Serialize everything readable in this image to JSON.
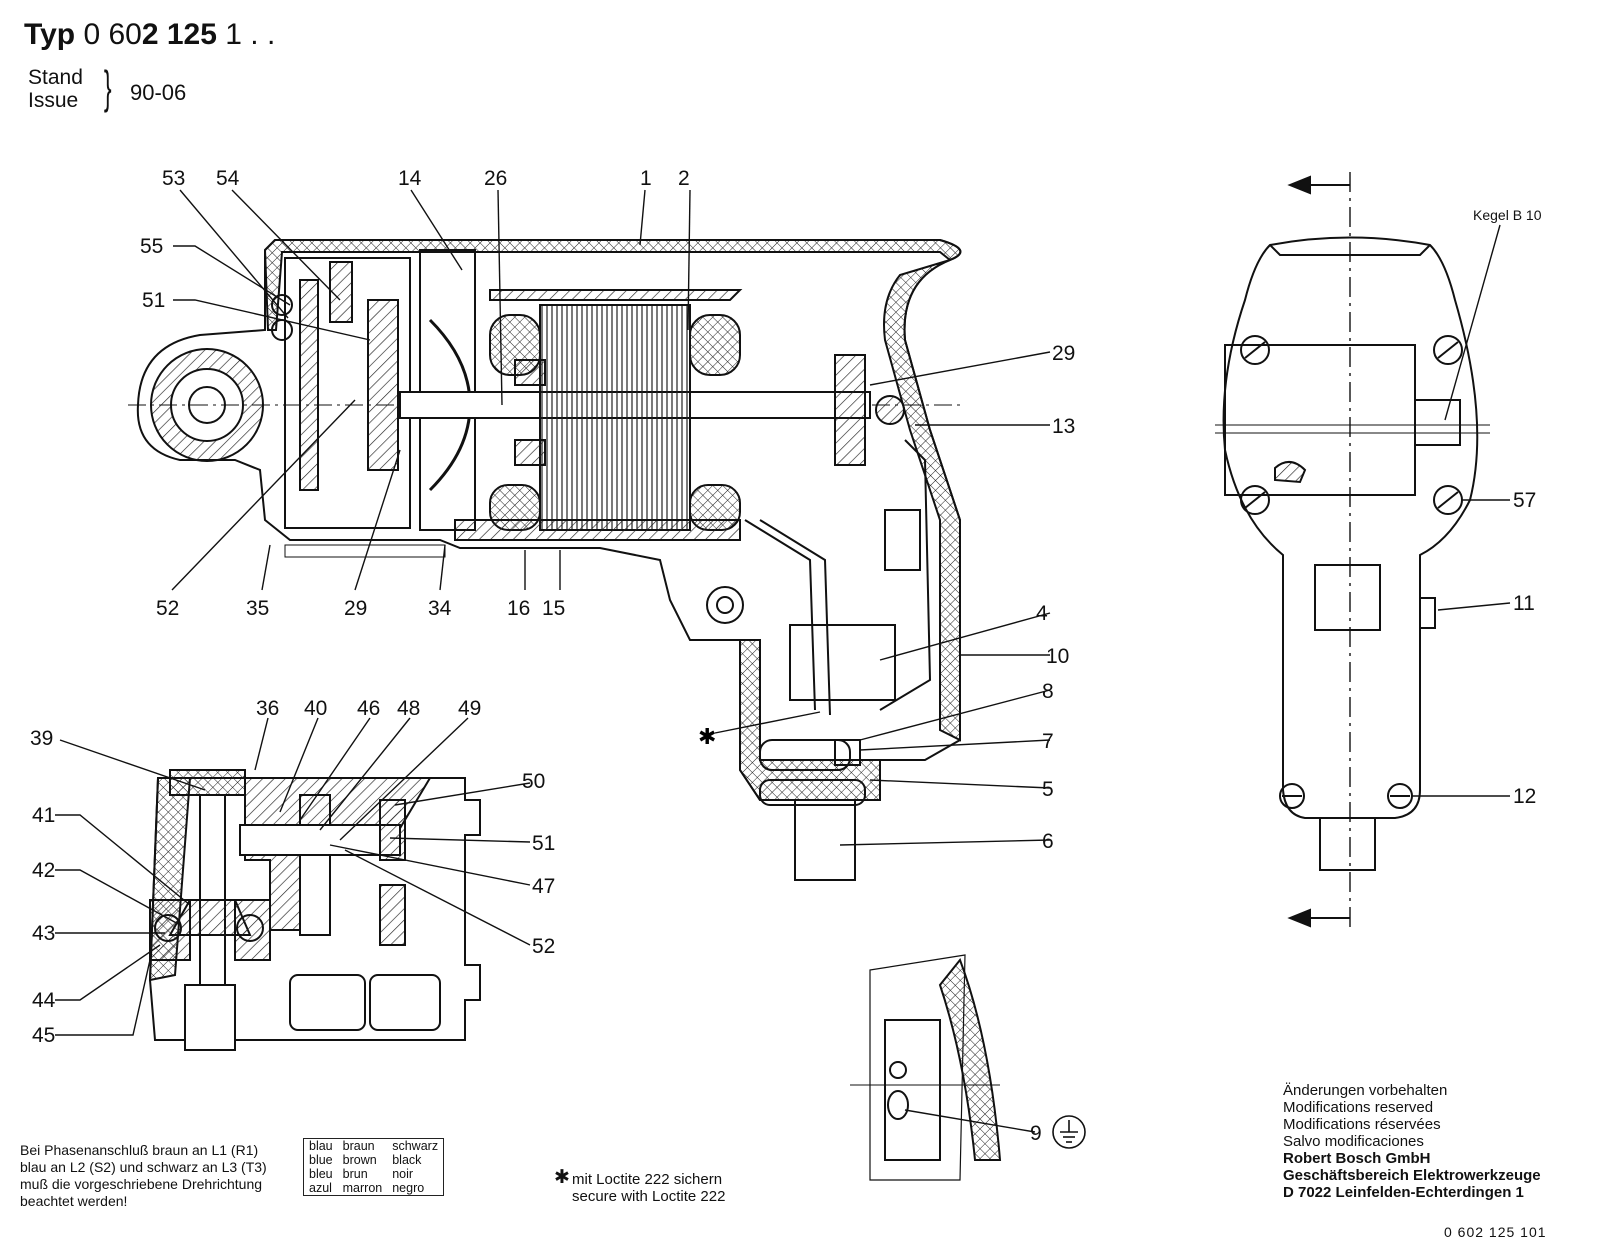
{
  "header": {
    "typ_word": "Typ",
    "typ_number_a": "0 60",
    "typ_number_b": "2 125",
    "typ_number_c": " 1 . .",
    "stand_label": "Stand",
    "issue_label": "Issue",
    "issue_value": "90-06"
  },
  "diagram": {
    "main_view_labels": [
      "53",
      "54",
      "14",
      "26",
      "1",
      "2",
      "55",
      "51",
      "29",
      "13",
      "52",
      "35",
      "29",
      "34",
      "16",
      "15",
      "4",
      "10",
      "8",
      "7",
      "5",
      "6"
    ],
    "gear_view_labels": [
      "36",
      "40",
      "46",
      "48",
      "49",
      "39",
      "50",
      "41",
      "51",
      "47",
      "42",
      "43",
      "52",
      "44",
      "45"
    ],
    "side_view_labels": [
      "Kegel B 10",
      "57",
      "11",
      "12"
    ],
    "detail_label": "9"
  },
  "notes": {
    "phase_lines": [
      "Bei Phasenanschluß braun an L1 (R1)",
      "blau an L2 (S2) und schwarz an L3 (T3)",
      "muß die vorgeschriebene Drehrichtung",
      "beachtet werden!"
    ],
    "color_table": [
      [
        "blau",
        "braun",
        "schwarz"
      ],
      [
        "blue",
        "brown",
        "black"
      ],
      [
        "bleu",
        "brun",
        "noir"
      ],
      [
        "azul",
        "marron",
        "negro"
      ]
    ],
    "loctite_lines": [
      "mit Loctite 222 sichern",
      "secure with Loctite 222"
    ],
    "modifications": [
      "Änderungen vorbehalten",
      "Modifications reserved",
      "Modifications réservées",
      "Salvo modificaciones"
    ],
    "company": [
      "Robert Bosch GmbH",
      "Geschäftsbereich Elektrowerkzeuge",
      "D 7022 Leinfelden-Echterdingen 1"
    ],
    "doc_number": "0 602 125 101"
  }
}
